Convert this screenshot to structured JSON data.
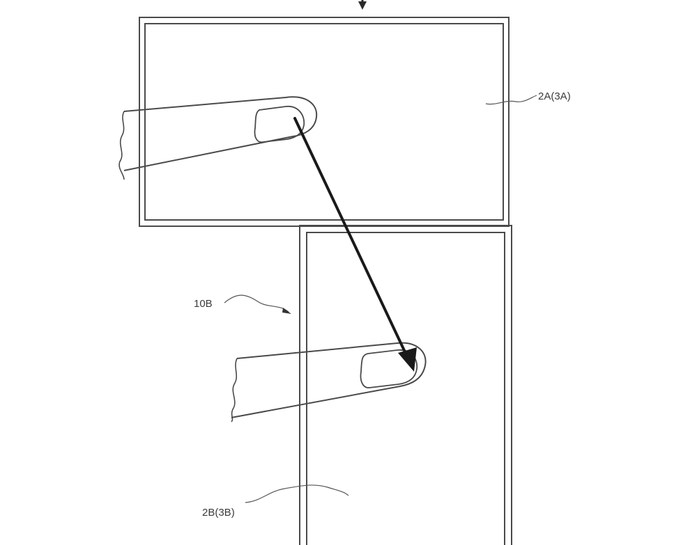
{
  "labels": {
    "upper_panel": "2A(3A)",
    "device": "10B",
    "lower_panel": "2B(3B)"
  },
  "icons": {
    "upper_finger": "finger-icon",
    "lower_finger": "finger-icon",
    "drag_arrow": "arrow-icon"
  },
  "colors": {
    "line": "#4a4a4a",
    "arrow": "#1a1a1a",
    "background": "#ffffff"
  }
}
